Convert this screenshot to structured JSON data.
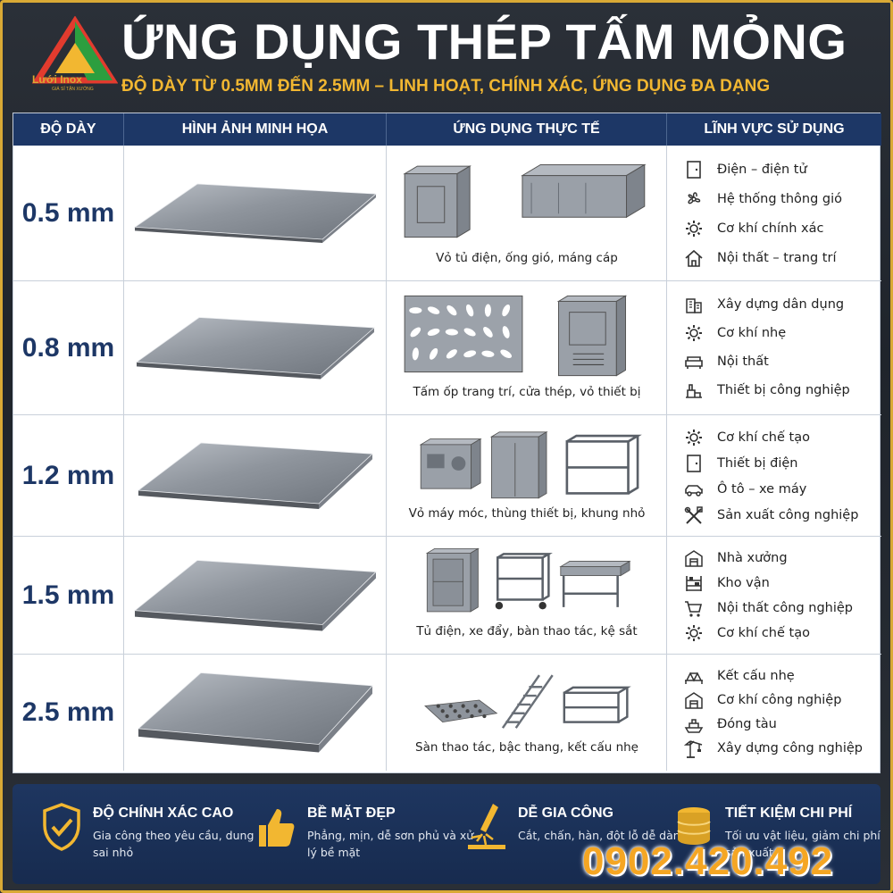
{
  "logo": {
    "brand": "Lưới Inox",
    "tagline": "GIÁ SỈ TẬN XƯỞNG"
  },
  "header": {
    "title": "ỨNG DỤNG THÉP TẤM MỎNG",
    "subtitle": "ĐỘ DÀY TỪ 0.5MM ĐẾN 2.5MM – LINH HOẠT, CHÍNH XÁC, ỨNG DỤNG ĐA DẠNG"
  },
  "table": {
    "headers": [
      "ĐỘ DÀY",
      "HÌNH ẢNH MINH HỌA",
      "ỨNG DỤNG THỰC TẾ",
      "LĨNH VỰC SỬ DỤNG"
    ],
    "rows": [
      {
        "thickness": "0.5 mm",
        "application": "Vỏ tủ điện, ống gió, máng cáp",
        "fields": [
          {
            "icon": "cabinet-icon",
            "label": "Điện – điện tử"
          },
          {
            "icon": "fan-icon",
            "label": "Hệ thống thông gió"
          },
          {
            "icon": "gear-icon",
            "label": "Cơ khí chính xác"
          },
          {
            "icon": "house-icon",
            "label": "Nội thất – trang trí"
          }
        ]
      },
      {
        "thickness": "0.8 mm",
        "application": "Tấm ốp trang trí, cửa thép, vỏ thiết bị",
        "fields": [
          {
            "icon": "building-icon",
            "label": "Xây dựng dân dụng"
          },
          {
            "icon": "gear-icon",
            "label": "Cơ khí nhẹ"
          },
          {
            "icon": "sofa-icon",
            "label": "Nội thất"
          },
          {
            "icon": "machine-icon",
            "label": "Thiết bị công nghiệp"
          }
        ]
      },
      {
        "thickness": "1.2 mm",
        "application": "Vỏ máy móc, thùng thiết bị, khung nhỏ",
        "fields": [
          {
            "icon": "gear-icon",
            "label": "Cơ khí chế tạo"
          },
          {
            "icon": "cabinet-icon",
            "label": "Thiết bị điện"
          },
          {
            "icon": "car-icon",
            "label": "Ô tô – xe máy"
          },
          {
            "icon": "tools-icon",
            "label": "Sản xuất công nghiệp"
          }
        ]
      },
      {
        "thickness": "1.5 mm",
        "application": "Tủ điện, xe đẩy, bàn thao tác, kệ sắt",
        "fields": [
          {
            "icon": "factory-icon",
            "label": "Nhà xưởng"
          },
          {
            "icon": "shelf-icon",
            "label": "Kho vận"
          },
          {
            "icon": "cart-icon",
            "label": "Nội thất công nghiệp"
          },
          {
            "icon": "gear-icon",
            "label": "Cơ khí chế tạo"
          }
        ]
      },
      {
        "thickness": "2.5 mm",
        "application": "Sàn thao tác, bậc thang, kết cấu nhẹ",
        "fields": [
          {
            "icon": "truss-icon",
            "label": "Kết cấu nhẹ"
          },
          {
            "icon": "factory-icon",
            "label": "Cơ khí công nghiệp"
          },
          {
            "icon": "ship-icon",
            "label": "Đóng tàu"
          },
          {
            "icon": "crane-icon",
            "label": "Xây dựng công nghiệp"
          }
        ]
      }
    ]
  },
  "features": [
    {
      "icon": "shield-check-icon",
      "title": "ĐỘ CHÍNH XÁC CAO",
      "desc": "Gia công theo yêu cầu, dung sai nhỏ"
    },
    {
      "icon": "thumbs-up-icon",
      "title": "BỀ MẶT ĐẸP",
      "desc": "Phẳng, mịn, dễ sơn phủ và xử lý bề mặt"
    },
    {
      "icon": "welding-icon",
      "title": "DỄ GIA CÔNG",
      "desc": "Cắt, chấn, hàn, đột lỗ dễ dàng"
    },
    {
      "icon": "coins-icon",
      "title": "TIẾT KIỆM CHI PHÍ",
      "desc": "Tối ưu vật liệu, giảm chi phí sản xuất"
    }
  ],
  "contact": {
    "phone": "0902.420.492"
  },
  "colors": {
    "navy": "#1d3766",
    "gold": "#f2b731",
    "orange": "#f5a623"
  }
}
